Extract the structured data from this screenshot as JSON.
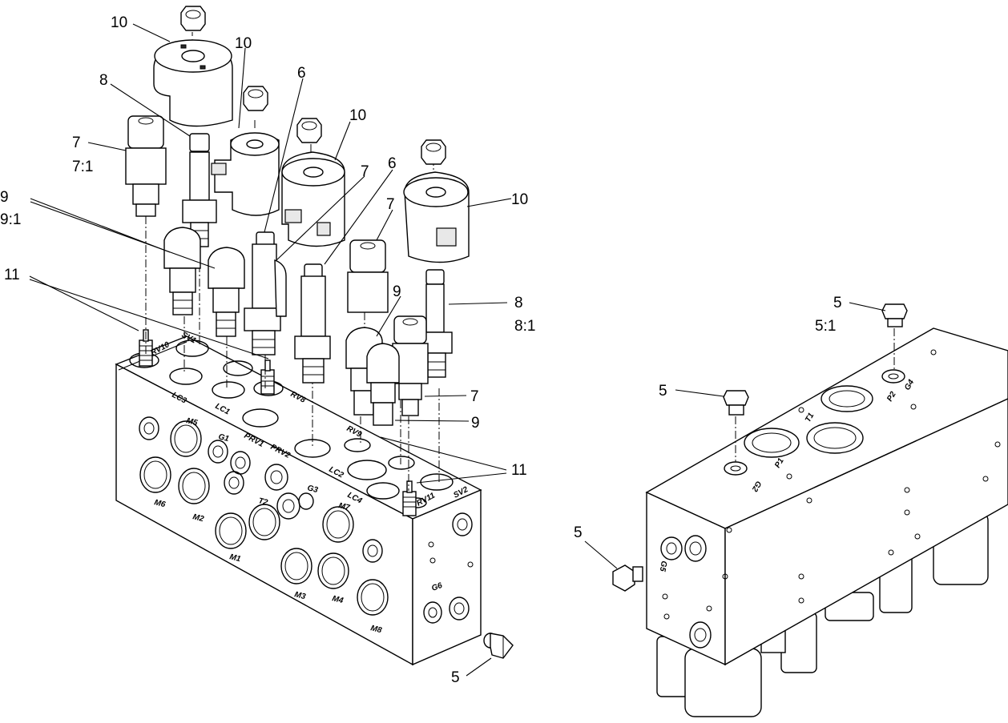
{
  "diagram": {
    "callouts": {
      "c10a": "10",
      "c10b": "10",
      "c10c": "10",
      "c10d": "10",
      "c8a": "8",
      "c8b": "8",
      "c8b_sub": "8:1",
      "c7a": "7",
      "c7a_sub": "7:1",
      "c7b": "7",
      "c7c": "7",
      "c7d": "7",
      "c6a": "6",
      "c6b": "6",
      "c9a": "9",
      "c9a_sub": "9:1",
      "c9b": "9",
      "c9c": "9",
      "c11a": "11",
      "c11b": "11",
      "c5a": "5",
      "c5b": "5",
      "c5b_sub": "5:1",
      "c5c": "5",
      "c5d": "5"
    },
    "ports_left": {
      "rv10": "RV10",
      "sv1": "SV1",
      "lc3": "LC3",
      "lc1": "LC1",
      "rv8": "RV8",
      "m5": "M5",
      "g1": "G1",
      "prv1": "PRV1",
      "prv2": "PRV2",
      "rv9": "RV9",
      "lc2": "LC2",
      "g3": "G3",
      "m6": "M6",
      "m2": "M2",
      "t2": "T2",
      "m7": "M7",
      "lc4": "LC4",
      "rv11": "RV11",
      "sv2": "SV2",
      "m1": "M1",
      "m3": "M3",
      "m4": "M4",
      "m8": "M8",
      "g6": "G6"
    },
    "ports_right": {
      "t1": "T1",
      "p1": "P1",
      "p2": "P2",
      "g4": "G4",
      "g2": "G2",
      "g5": "G5"
    }
  }
}
